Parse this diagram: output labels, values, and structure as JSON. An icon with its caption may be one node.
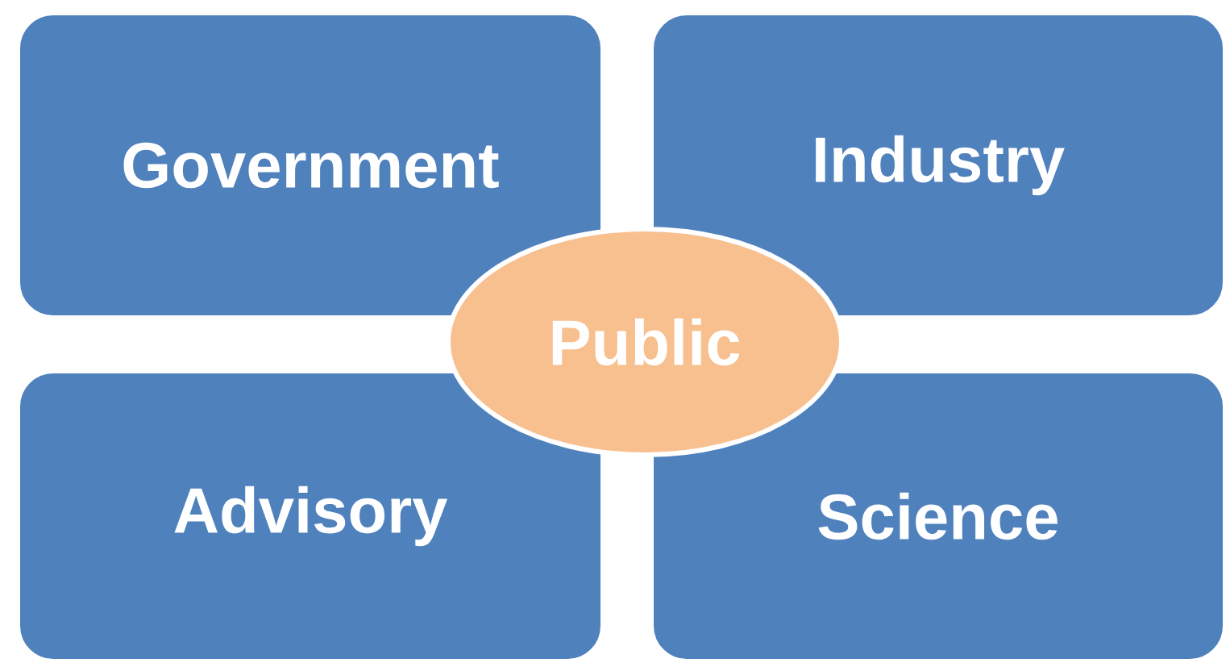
{
  "diagram": {
    "nodes": [
      {
        "text": [
          "Government"
        ]
      },
      {
        "text": [
          "Industry"
        ]
      },
      {
        "text": [
          "Public"
        ]
      },
      {
        "text": [
          "Advisory"
        ]
      },
      {
        "text": [
          "Science"
        ]
      }
    ]
  }
}
